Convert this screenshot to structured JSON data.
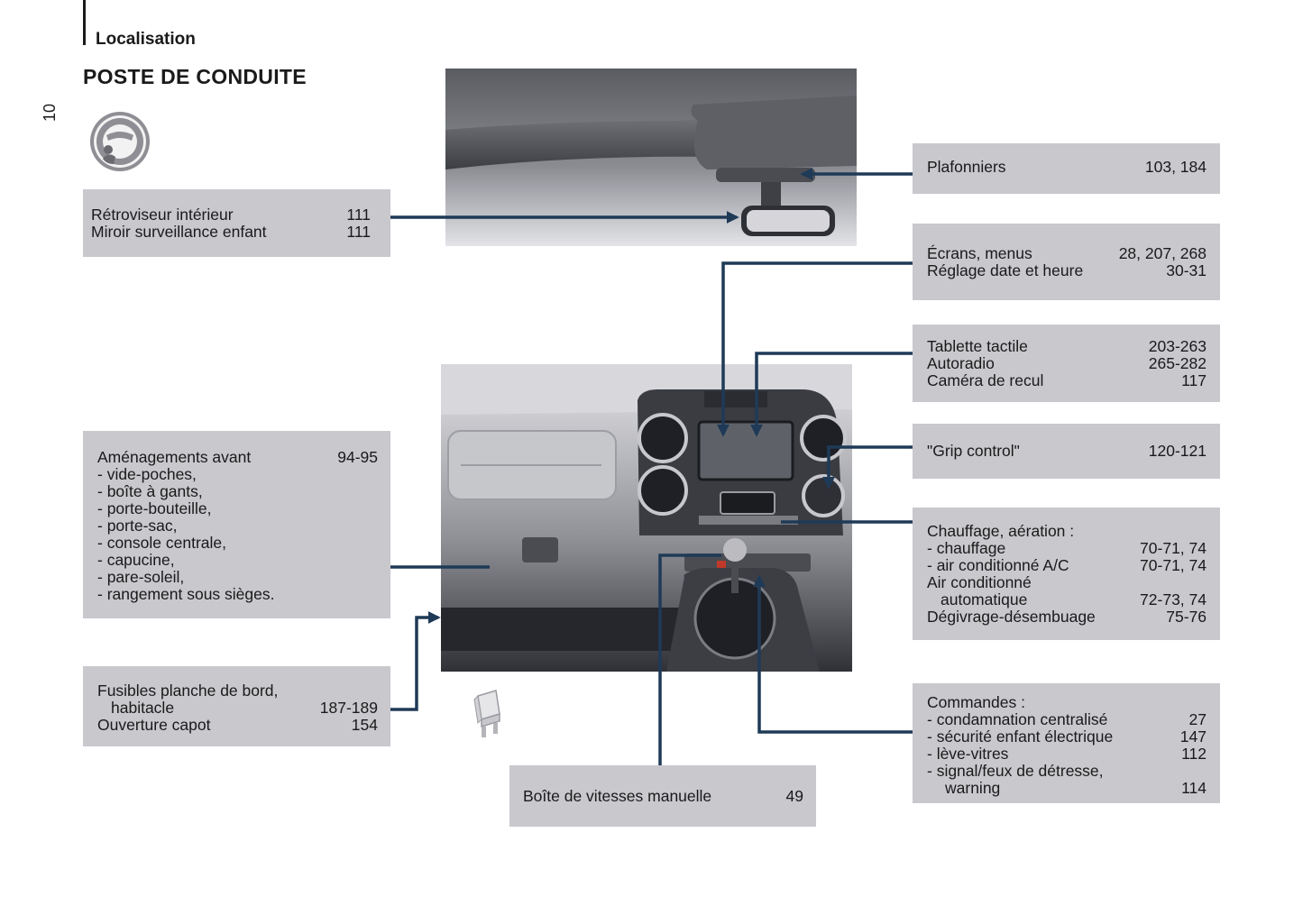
{
  "header": {
    "section": "Localisation",
    "title": "POSTE DE CONDUITE",
    "page_number": "10"
  },
  "boxes": {
    "retroviseur": {
      "rows": [
        {
          "label": "Rétroviseur intérieur",
          "page": "111"
        },
        {
          "label": "Miroir surveillance enfant",
          "page": "111"
        }
      ]
    },
    "plafonniers": {
      "rows": [
        {
          "label": "Plafonniers",
          "page": "103, 184"
        }
      ]
    },
    "ecrans": {
      "rows": [
        {
          "label": "Écrans, menus",
          "page": "28, 207, 268"
        },
        {
          "label": "Réglage date et heure",
          "page": "30-31"
        }
      ]
    },
    "tablette": {
      "rows": [
        {
          "label": "Tablette tactile",
          "page": "203-263"
        },
        {
          "label": "Autoradio",
          "page": "265-282"
        },
        {
          "label": "Caméra de recul",
          "page": "117"
        }
      ]
    },
    "grip": {
      "rows": [
        {
          "label": "\"Grip control\"",
          "page": "120-121"
        }
      ]
    },
    "amenagements": {
      "title": {
        "label": "Aménagements avant",
        "page": "94-95"
      },
      "items": [
        "-  vide-poches,",
        "-  boîte à gants,",
        "-  porte-bouteille,",
        "-  porte-sac,",
        "-  console centrale,",
        "-  capucine,",
        "-  pare-soleil,",
        "-  rangement sous sièges."
      ]
    },
    "chauffage": {
      "line1": "Chauffage, aération :",
      "r1": {
        "label": "-  chauffage",
        "page": "70-71, 74"
      },
      "r2": {
        "label": "-  air conditionné A/C",
        "page": "70-71, 74"
      },
      "line4": "Air conditionné",
      "r3": {
        "label": "automatique",
        "page": "72-73, 74"
      },
      "r4": {
        "label": "Dégivrage-désembuage",
        "page": "75-76"
      }
    },
    "fusibles": {
      "line1": "Fusibles planche de bord,",
      "r1": {
        "label": "habitacle",
        "page": "187-189"
      },
      "r2": {
        "label": "Ouverture capot",
        "page": "154"
      }
    },
    "boite": {
      "rows": [
        {
          "label": "Boîte de vitesses manuelle",
          "page": "49"
        }
      ]
    },
    "commandes": {
      "line1": "Commandes :",
      "r1": {
        "label": "-  condamnation centralisé",
        "page": "27"
      },
      "r2": {
        "label": "-  sécurité enfant électrique",
        "page": "147"
      },
      "r3": {
        "label": "-  lève-vitres",
        "page": "112"
      },
      "line5": "-  signal/feux de détresse,",
      "r4": {
        "label": "warning",
        "page": "114"
      }
    }
  },
  "colors": {
    "box_bg": "#c8c8cd",
    "leader": "#1f3a57",
    "text": "#1a1a1a"
  },
  "icons": [
    "steering-wheel-icon",
    "fuse-icon"
  ]
}
